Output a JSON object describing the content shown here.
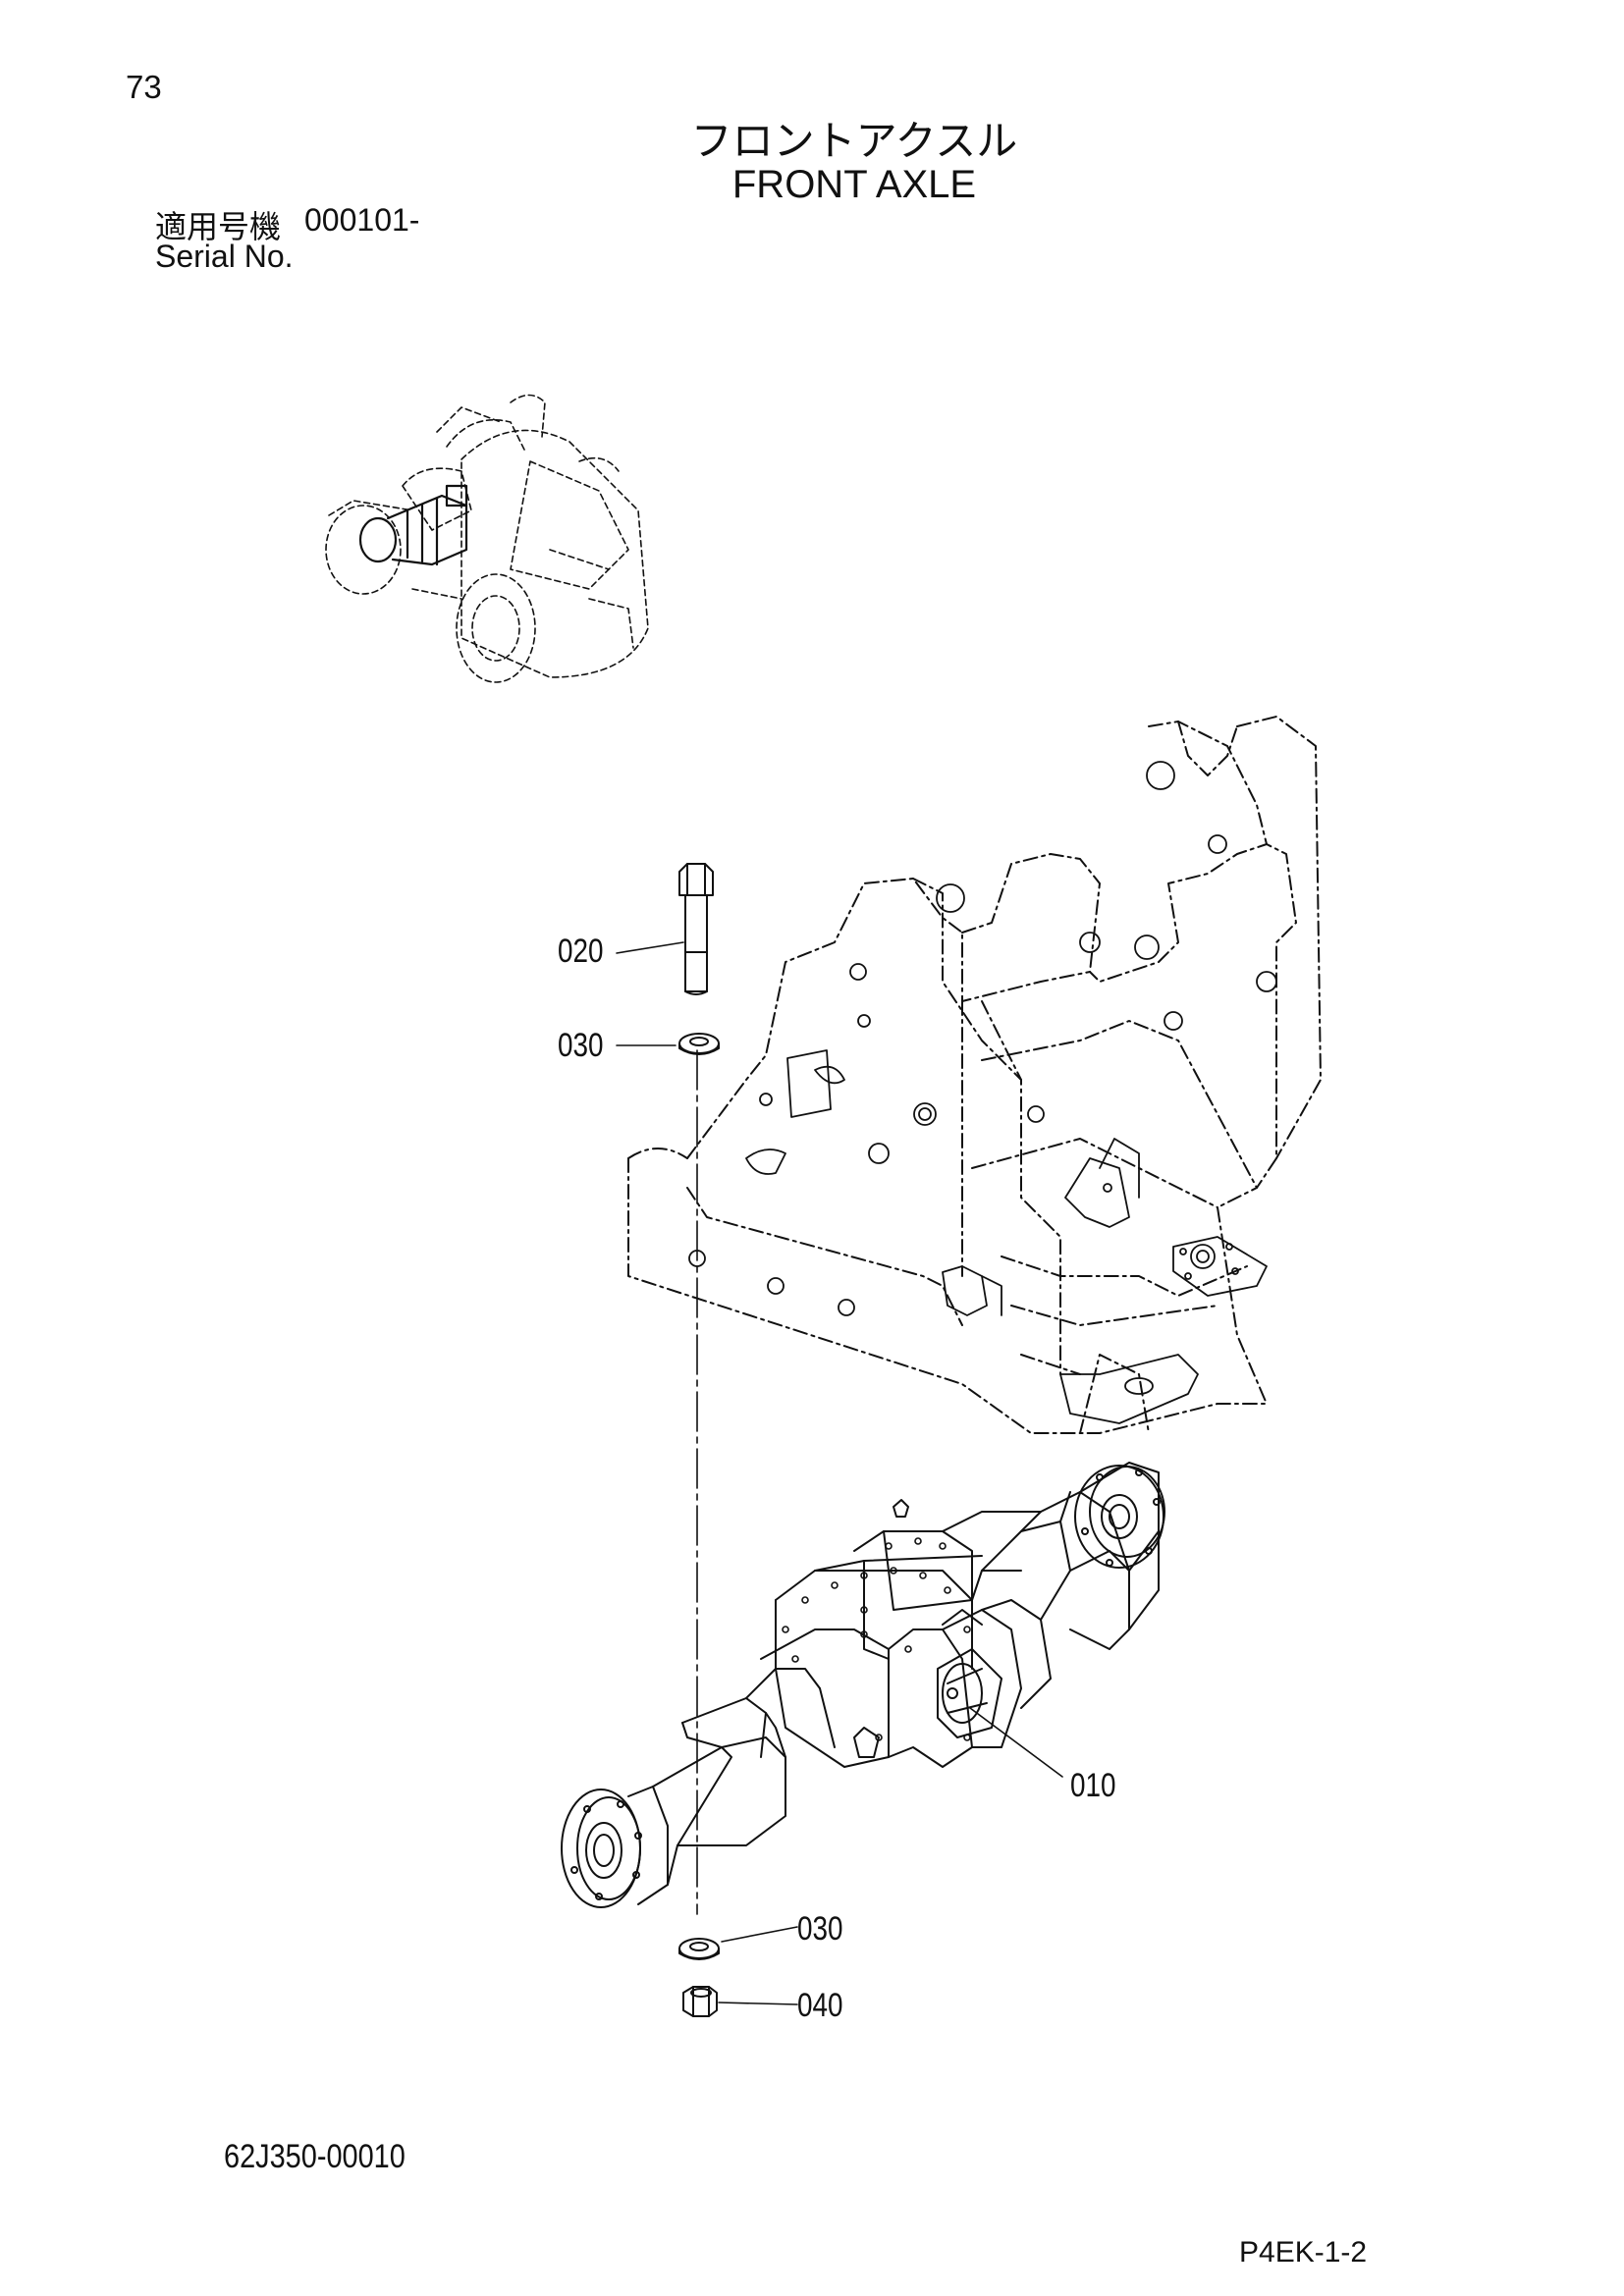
{
  "page_number": "73",
  "title": {
    "japanese": "フロントアクスル",
    "english": "FRONT AXLE"
  },
  "serial": {
    "label_jp": "適用号機",
    "value": "000101-",
    "label_en": "Serial No."
  },
  "callouts": [
    {
      "label": "020"
    },
    {
      "label": "030"
    },
    {
      "label": "010"
    },
    {
      "label": "030"
    },
    {
      "label": "040"
    }
  ],
  "drawing_number": "62J350-00010",
  "page_code": "P4EK-1-2",
  "icons": [
    "locator-machine-icon",
    "frame-illustration",
    "axle-illustration",
    "bolt-icon",
    "washer-icon",
    "nut-icon"
  ],
  "colors": {
    "ink": "#111111",
    "background": "#ffffff"
  }
}
